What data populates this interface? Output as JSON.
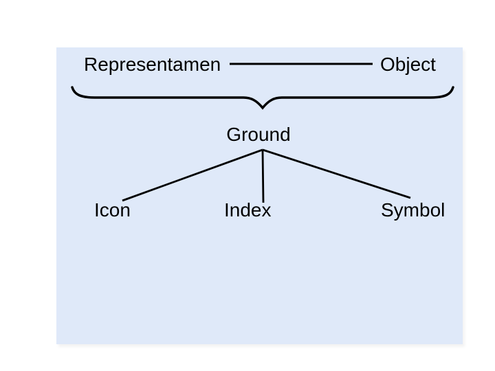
{
  "page": {
    "background_color": "#ffffff"
  },
  "panel": {
    "background_color": "#dfe9f9",
    "stroke_color": "#000000",
    "text_color": "#000000"
  },
  "diagram": {
    "nodes": {
      "representamen": "Representamen",
      "object": "Object",
      "ground": "Ground",
      "icon": "Icon",
      "index": "Index",
      "symbol": "Symbol"
    },
    "relations": {
      "top_pair": [
        "Representamen",
        "Object"
      ],
      "brace_target": "Ground",
      "ground_children": [
        "Icon",
        "Index",
        "Symbol"
      ]
    }
  }
}
